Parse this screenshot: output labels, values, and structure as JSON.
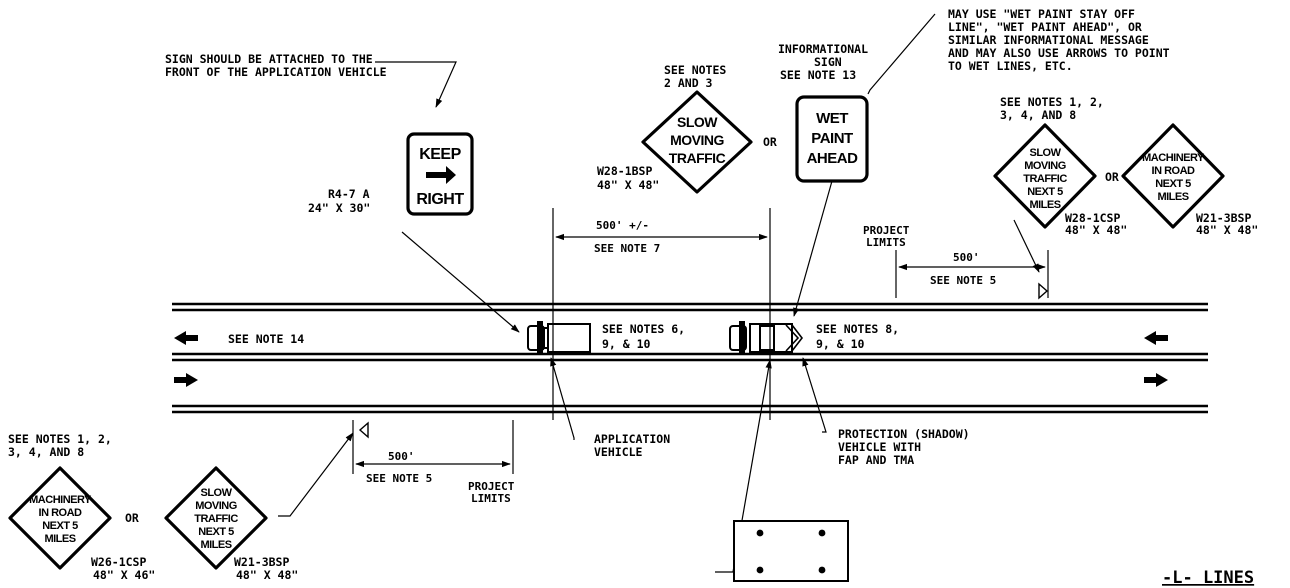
{
  "notes": {
    "attach": [
      "SIGN SHOULD BE ATTACHED TO THE",
      "FRONT OF THE APPLICATION VEHICLE"
    ],
    "slow_notes": [
      "SEE NOTES",
      "2 AND 3"
    ],
    "info": [
      "INFORMATIONAL",
      "SIGN",
      "SEE NOTE 13"
    ],
    "may_use": [
      "MAY USE \"WET PAINT STAY OFF",
      "LINE\", \"WET PAINT AHEAD\", OR",
      "SIMILAR INFORMATIONAL MESSAGE",
      "AND MAY ALSO USE ARROWS TO POINT",
      "TO WET LINES, ETC."
    ],
    "right_notes": [
      "SEE NOTES 1, 2,",
      "3, 4, AND 8"
    ],
    "left_notes": [
      "SEE NOTES 1, 2,",
      "3, 4, AND 8"
    ],
    "or": "OR",
    "see_note_14": "SEE NOTE 14",
    "notes_app": [
      "SEE NOTES 6,",
      "9, & 10"
    ],
    "notes_shadow": [
      "SEE NOTES 8,",
      "9, & 10"
    ],
    "application_vehicle": [
      "APPLICATION",
      "VEHICLE"
    ],
    "protection_vehicle": [
      "PROTECTION (SHADOW)",
      "VEHICLE WITH",
      "FAP AND TMA"
    ]
  },
  "signs": {
    "keep_right": {
      "lines": [
        "KEEP",
        "RIGHT"
      ],
      "code": "R4-7 A",
      "size": "24\" X 30\""
    },
    "slow_top": {
      "lines": [
        "SLOW",
        "MOVING",
        "TRAFFIC"
      ],
      "code": "W28-1BSP",
      "size": "48\" X 48\""
    },
    "wet_paint": {
      "lines": [
        "WET",
        "PAINT",
        "AHEAD"
      ]
    },
    "slow_right": {
      "lines": [
        "SLOW",
        "MOVING",
        "TRAFFIC",
        "NEXT 5",
        "MILES"
      ],
      "code": "W28-1CSP",
      "size": "48\" X 48\""
    },
    "mach_right": {
      "lines": [
        "MACHINERY",
        "IN ROAD",
        "NEXT 5",
        "MILES"
      ],
      "code": "W21-3BSP",
      "size": "48\" X 48\""
    },
    "mach_left": {
      "lines": [
        "MACHINERY",
        "IN ROAD",
        "NEXT 5",
        "MILES"
      ],
      "code": "W26-1CSP",
      "size": "48\" X 46\""
    },
    "slow_left": {
      "lines": [
        "SLOW",
        "MOVING",
        "TRAFFIC",
        "NEXT 5",
        "MILES"
      ],
      "code": "W21-3BSP",
      "size": "48\" X 48\""
    }
  },
  "dimensions": {
    "spacing": {
      "value": "500' +/-",
      "note": "SEE NOTE 7"
    },
    "right": {
      "value": "500'",
      "note": "SEE NOTE 5",
      "limits": [
        "PROJECT",
        "LIMITS"
      ]
    },
    "left": {
      "value": "500'",
      "note": "SEE NOTE 5",
      "limits": [
        "PROJECT",
        "LIMITS"
      ]
    }
  },
  "title": "-L- LINES"
}
